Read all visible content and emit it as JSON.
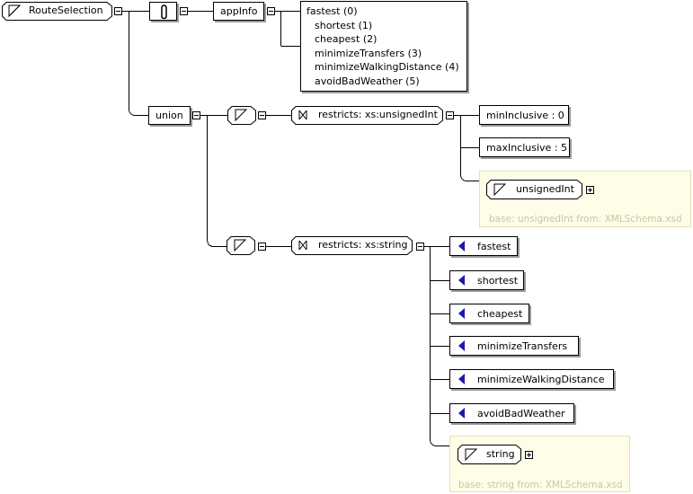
{
  "root": {
    "label": "RouteSelection"
  },
  "annotation": {
    "appinfo_label": "appInfo",
    "doc_lines": [
      "fastest (0)",
      "shortest (1)",
      "cheapest (2)",
      "minimizeTransfers (3)",
      "minimizeWalkingDistance (4)",
      "avoidBadWeather (5)"
    ]
  },
  "union": {
    "label": "union"
  },
  "int_branch": {
    "restriction_label": "restricts: xs:unsignedInt",
    "facets": [
      "minInclusive : 0",
      "maxInclusive : 5"
    ],
    "base_type_label": "unsignedInt",
    "base_note": "base: unsignedInt from: XMLSchema.xsd"
  },
  "string_branch": {
    "restriction_label": "restricts: xs:string",
    "enumerations": [
      "fastest",
      "shortest",
      "cheapest",
      "minimizeTransfers",
      "minimizeWalkingDistance",
      "avoidBadWeather"
    ],
    "base_type_label": "string",
    "base_note": "base: string from: XMLSchema.xsd"
  },
  "colors": {
    "enum_arrow": "#1a1aa8",
    "base_panel": "#fffde8",
    "base_note_text": "#c9c5a6"
  }
}
